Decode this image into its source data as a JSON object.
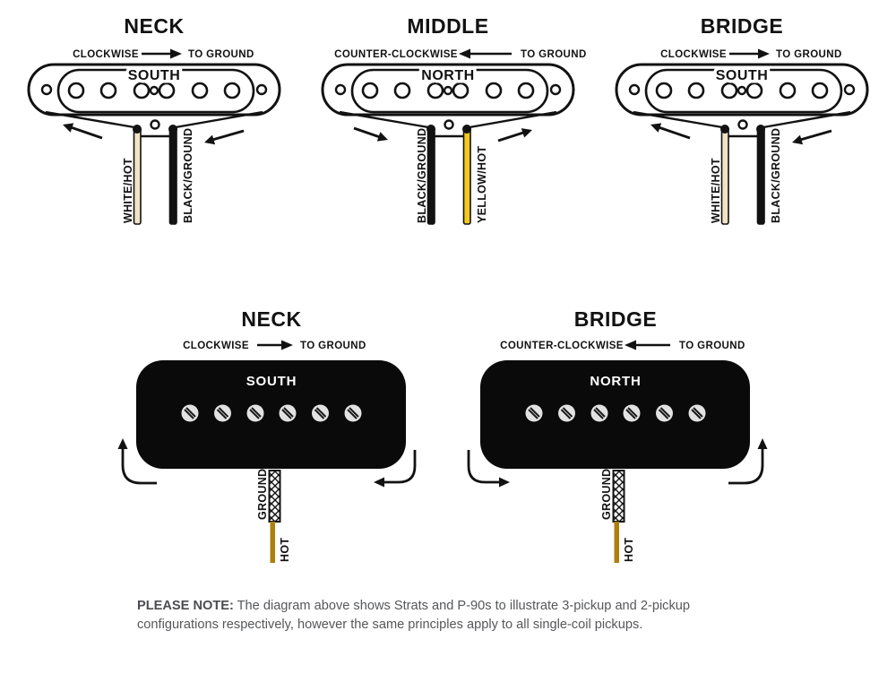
{
  "strat_pickups": [
    {
      "title": "NECK",
      "winding_direction": "CLOCKWISE",
      "ground_label": "TO GROUND",
      "polarity": "SOUTH",
      "left_wire": {
        "label": "WHITE/HOT",
        "color": "#f2e3c5"
      },
      "right_wire": {
        "label": "BLACK/GROUND",
        "color": "#121212"
      }
    },
    {
      "title": "MIDDLE",
      "winding_direction": "COUNTER-CLOCKWISE",
      "ground_label": "TO GROUND",
      "polarity": "NORTH",
      "left_wire": {
        "label": "BLACK/GROUND",
        "color": "#121212"
      },
      "right_wire": {
        "label": "YELLOW/HOT",
        "color": "#f2c822"
      }
    },
    {
      "title": "BRIDGE",
      "winding_direction": "CLOCKWISE",
      "ground_label": "TO GROUND",
      "polarity": "SOUTH",
      "left_wire": {
        "label": "WHITE/HOT",
        "color": "#f2e3c5"
      },
      "right_wire": {
        "label": "BLACK/GROUND",
        "color": "#121212"
      }
    }
  ],
  "p90_pickups": [
    {
      "title": "NECK",
      "winding_direction": "CLOCKWISE",
      "ground_label": "TO GROUND",
      "polarity": "SOUTH",
      "ground_wire": {
        "label": "GROUND",
        "type": "braided-shield"
      },
      "hot_wire": {
        "label": "HOT",
        "color": "#ad7f0d"
      }
    },
    {
      "title": "BRIDGE",
      "winding_direction": "COUNTER-CLOCKWISE",
      "ground_label": "TO GROUND",
      "polarity": "NORTH",
      "ground_wire": {
        "label": "GROUND",
        "type": "braided-shield"
      },
      "hot_wire": {
        "label": "HOT",
        "color": "#ad7f0d"
      }
    }
  ],
  "note": {
    "label": "PLEASE NOTE:",
    "text": " The diagram above shows Strats and P-90s to illustrate 3-pickup and 2-pickup configurations respectively, however the same principles apply to all single-coil pickups."
  },
  "colors": {
    "ink": "#121212",
    "white_wire": "#f2e3c5",
    "yellow_wire": "#f2c822",
    "hot_gold": "#ad7f0d",
    "p90_body": "#0a0a0a",
    "pole_gray": "#e2e2e2",
    "note_gray": "#56575a"
  }
}
